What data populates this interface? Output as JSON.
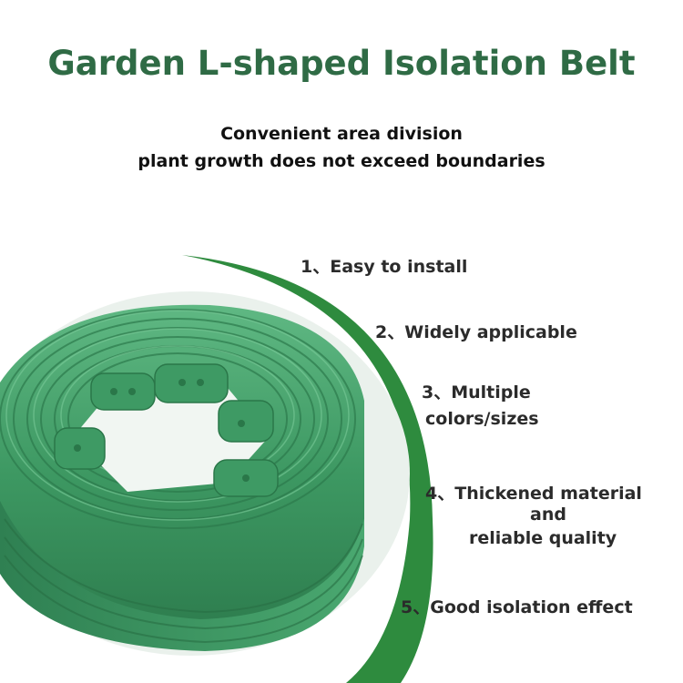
{
  "title": "Garden L-shaped Isolation Belt",
  "subtitle": {
    "line1": "Convenient area division",
    "line2": "plant growth does not exceed boundaries"
  },
  "features": [
    {
      "number": "1、",
      "lines": [
        "Easy to install"
      ]
    },
    {
      "number": "2、",
      "lines": [
        "Widely applicable"
      ]
    },
    {
      "number": "3、",
      "lines": [
        "Multiple",
        "colors/sizes"
      ]
    },
    {
      "number": "4、",
      "lines": [
        "Thickened material",
        "and",
        "reliable quality"
      ]
    },
    {
      "number": "5、",
      "lines": [
        "Good isolation effect"
      ]
    }
  ],
  "colors": {
    "title": "#2f6b45",
    "product_green": "#3f9b63",
    "accent_arc": "#2e8b3e"
  },
  "icons": {
    "product": "coiled-green-edging-belt-photo"
  }
}
